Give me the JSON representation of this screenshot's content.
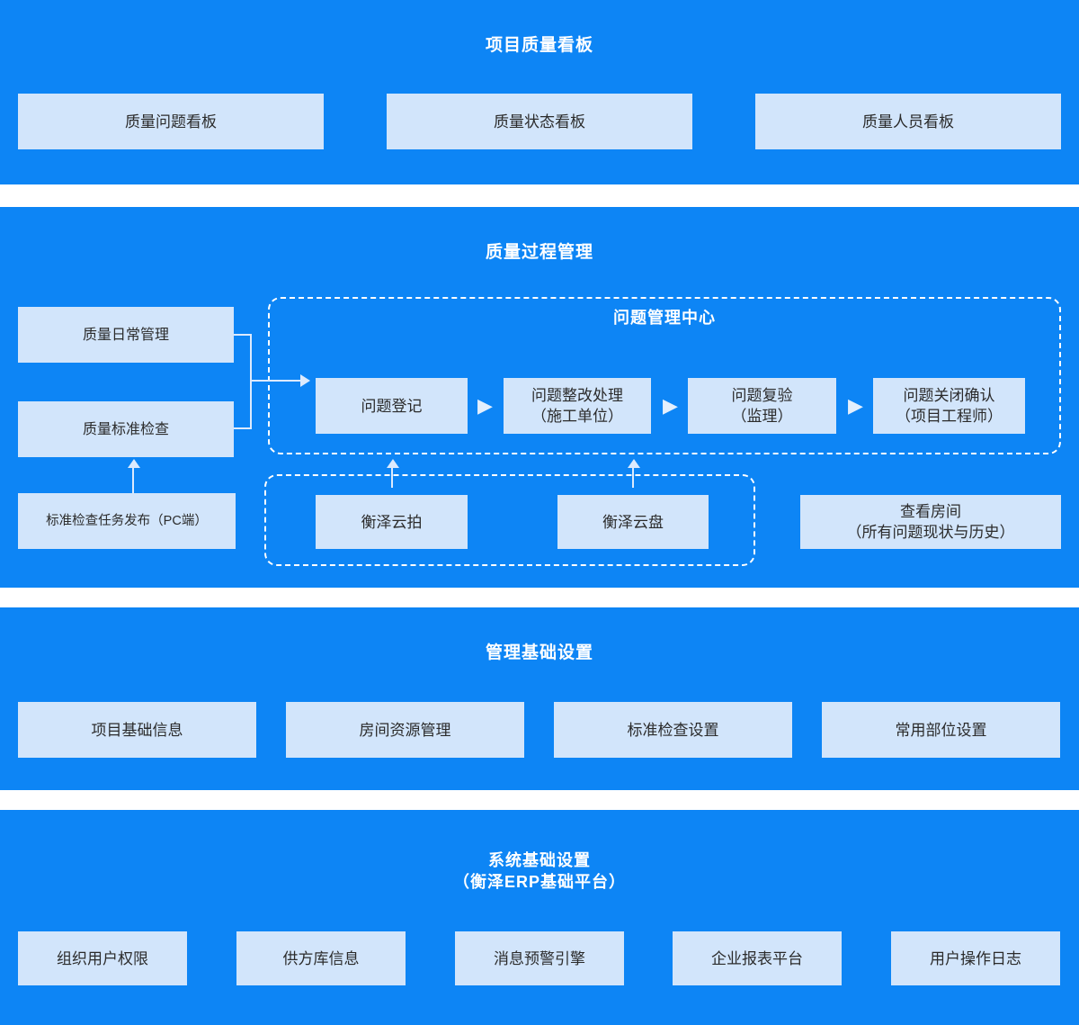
{
  "colors": {
    "band_blue": "#0d85f5",
    "card_blue": "#d2e5fb",
    "title_white": "#ffffff",
    "card_text": "#2b2b2b",
    "connector": "#dceafd"
  },
  "sections": {
    "kanban": {
      "title": "项目质量看板",
      "cards": [
        {
          "label": "质量问题看板"
        },
        {
          "label": "质量状态看板"
        },
        {
          "label": "质量人员看板"
        }
      ]
    },
    "process": {
      "title": "质量过程管理",
      "left_cards": [
        {
          "label": "质量日常管理"
        },
        {
          "label": "质量标准检查"
        },
        {
          "label": "标准检查任务发布（PC端）"
        }
      ],
      "issue_center": {
        "title": "问题管理中心",
        "steps": [
          {
            "label": "问题登记"
          },
          {
            "label": "问题整改处理\n（施工单位）"
          },
          {
            "label": "问题复验\n（监理）"
          },
          {
            "label": "问题关闭确认\n（项目工程师）"
          }
        ],
        "step_arrow": "▶"
      },
      "tools_group": {
        "cards": [
          {
            "label": "衡泽云拍"
          },
          {
            "label": "衡泽云盘"
          }
        ]
      },
      "room_card": {
        "label": "查看房间\n（所有问题现状与历史）"
      }
    },
    "manage": {
      "title": "管理基础设置",
      "cards": [
        {
          "label": "项目基础信息"
        },
        {
          "label": "房间资源管理"
        },
        {
          "label": "标准检查设置"
        },
        {
          "label": "常用部位设置"
        }
      ]
    },
    "system": {
      "title": "系统基础设置\n（衡泽ERP基础平台）",
      "cards": [
        {
          "label": "组织用户权限"
        },
        {
          "label": "供方库信息"
        },
        {
          "label": "消息预警引擎"
        },
        {
          "label": "企业报表平台"
        },
        {
          "label": "用户操作日志"
        }
      ]
    }
  }
}
